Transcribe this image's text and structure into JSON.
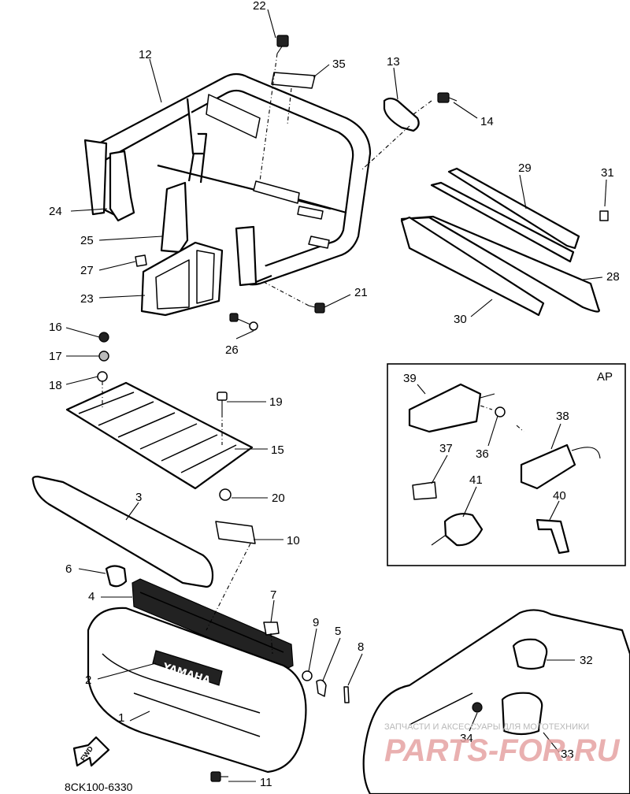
{
  "diagram_code": "8CK100-6330",
  "region_label": "AP",
  "fwd_label": "FWD",
  "emblem_text": "YAMAHA",
  "watermark": {
    "line1": "ЗАПЧАСТИ И АКСЕССУАРЫ ДЛЯ МОТОТЕХНИКИ",
    "line2": "PARTS-FOR.RU"
  },
  "callouts": [
    "1",
    "2",
    "3",
    "4",
    "5",
    "6",
    "7",
    "8",
    "9",
    "10",
    "11",
    "12",
    "13",
    "14",
    "15",
    "16",
    "17",
    "18",
    "19",
    "20",
    "21",
    "22",
    "23",
    "24",
    "25",
    "26",
    "27",
    "28",
    "29",
    "30",
    "31",
    "32",
    "33",
    "34",
    "35",
    "36",
    "37",
    "38",
    "39",
    "40",
    "41"
  ]
}
